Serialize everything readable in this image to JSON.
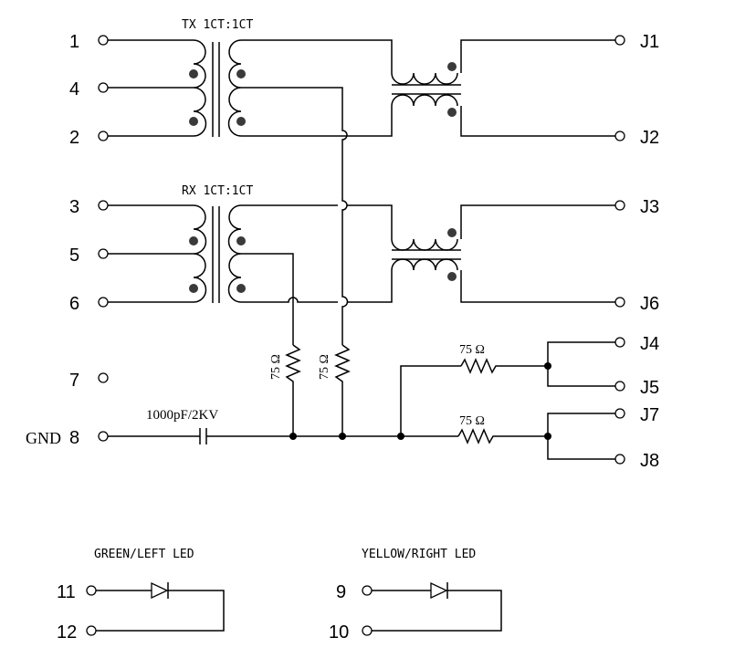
{
  "pins_left": [
    "1",
    "4",
    "2",
    "3",
    "5",
    "6",
    "7",
    "8"
  ],
  "gnd_label": "GND",
  "pins_right": [
    "J1",
    "J2",
    "J3",
    "J6",
    "J4",
    "J5",
    "J7",
    "J8"
  ],
  "transformers": {
    "tx_label": "TX 1CT:1CT",
    "rx_label": "RX 1CT:1CT"
  },
  "resistors": [
    "75 Ω",
    "75 Ω",
    "75 Ω",
    "75 Ω"
  ],
  "capacitor_label": "1000pF/2KV",
  "leds": {
    "green": {
      "label": "GREEN/LEFT LED",
      "pins": [
        "11",
        "12"
      ]
    },
    "yellow": {
      "label": "YELLOW/RIGHT LED",
      "pins": [
        "9",
        "10"
      ]
    }
  }
}
